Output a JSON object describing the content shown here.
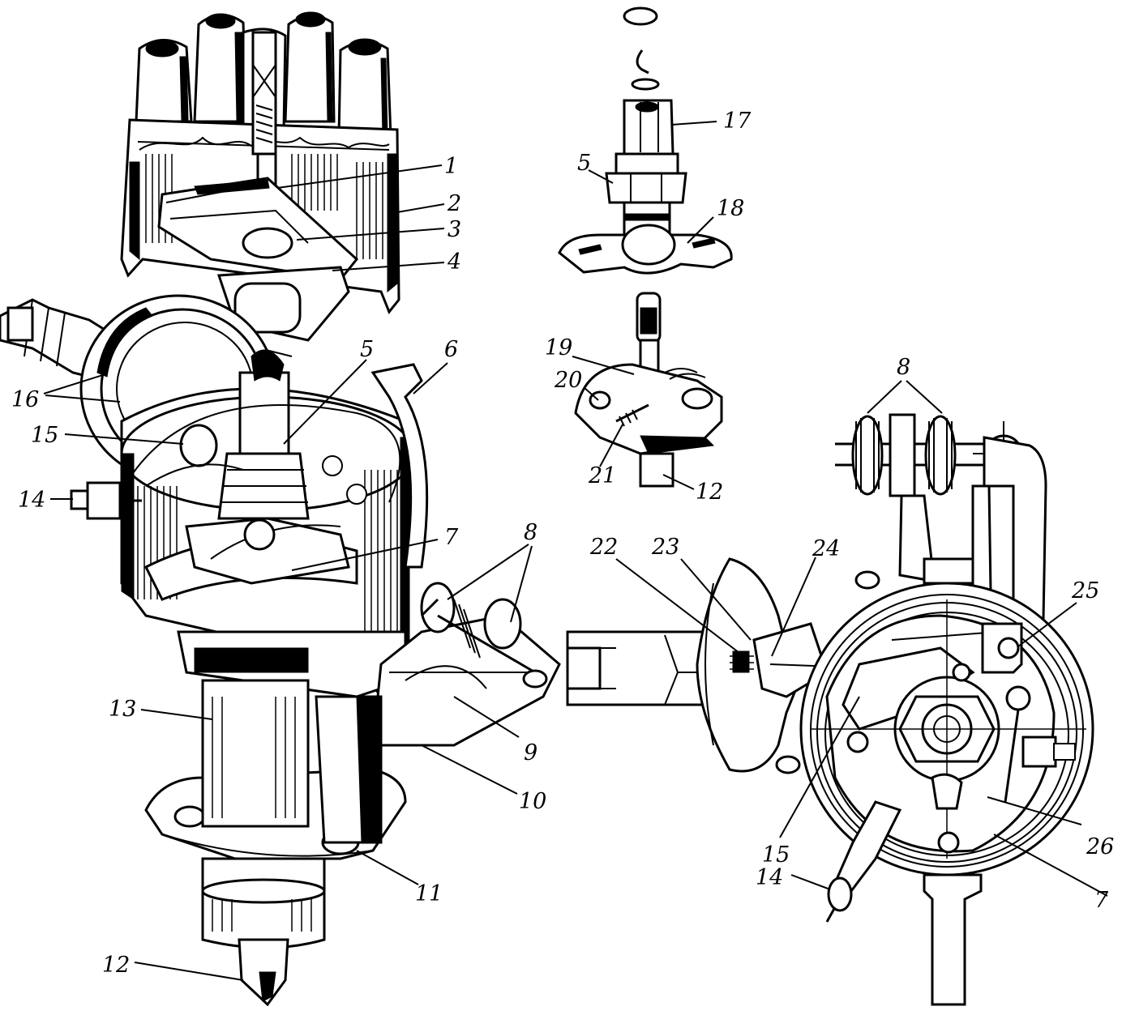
{
  "colors": {
    "ink": "#000000",
    "paper": "#ffffff"
  },
  "labels": {
    "l1": "1",
    "l2": "2",
    "l3": "3",
    "l4": "4",
    "l5a": "5",
    "l5b": "5",
    "l6": "6",
    "l7a": "7",
    "l7b": "7",
    "l8a": "8",
    "l8b": "8",
    "l9": "9",
    "l10": "10",
    "l11": "11",
    "l12a": "12",
    "l12b": "12",
    "l13": "13",
    "l14a": "14",
    "l14b": "14",
    "l15a": "15",
    "l15b": "15",
    "l16": "16",
    "l17": "17",
    "l18": "18",
    "l19": "19",
    "l20": "20",
    "l21": "21",
    "l22": "22",
    "l23": "23",
    "l24": "24",
    "l25": "25",
    "l26": "26"
  }
}
